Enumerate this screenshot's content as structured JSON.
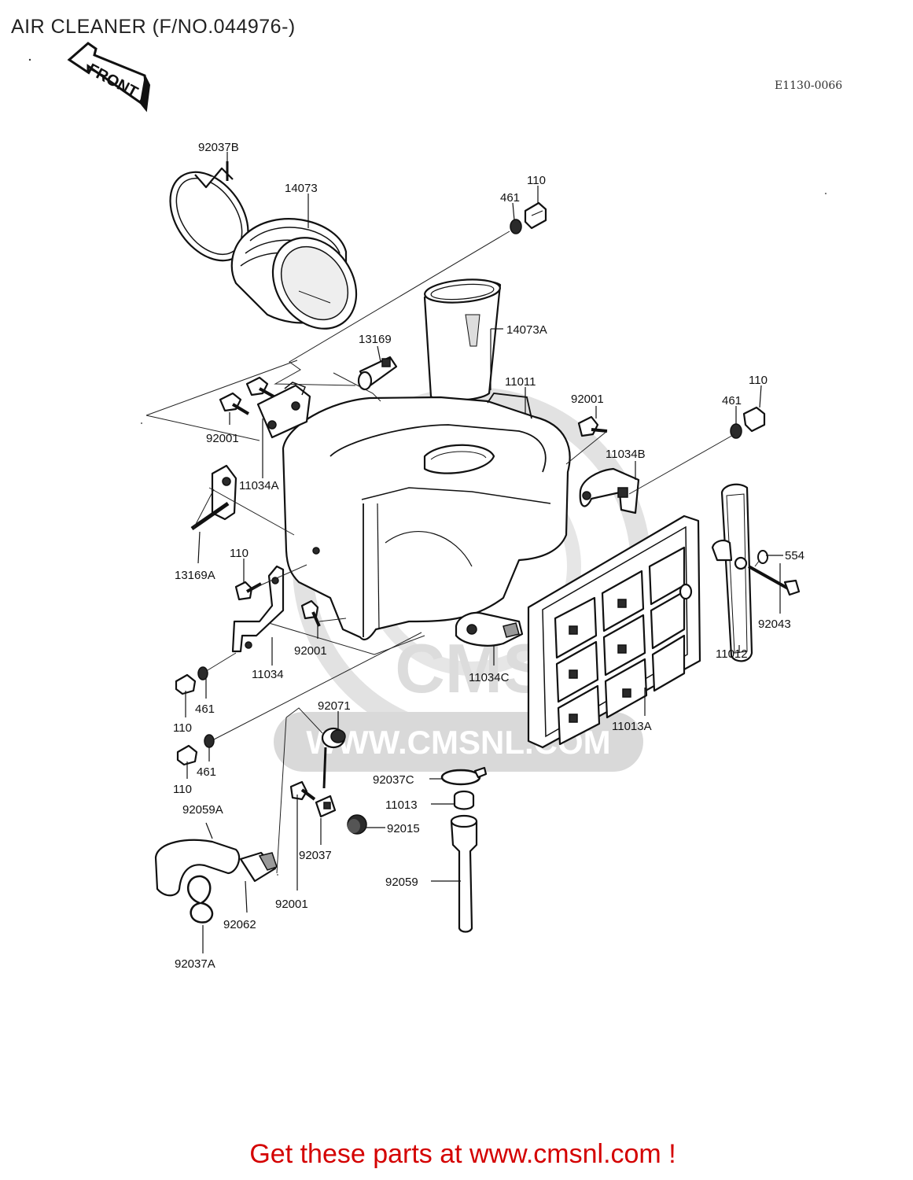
{
  "header": {
    "title": "AIR CLEANER (F/NO.044976-)",
    "diagram_code": "E1130-0066",
    "front_arrow_label": "FRONT"
  },
  "watermark": {
    "text": "WWW.CMSNL.COM",
    "logo_text": "CMS"
  },
  "parts": [
    {
      "key": "p_92037B",
      "label": "92037B"
    },
    {
      "key": "p_14073",
      "label": "14073"
    },
    {
      "key": "p_110_a",
      "label": "110"
    },
    {
      "key": "p_461_a",
      "label": "461"
    },
    {
      "key": "p_14073A",
      "label": "14073A"
    },
    {
      "key": "p_13169",
      "label": "13169"
    },
    {
      "key": "p_11011",
      "label": "11011"
    },
    {
      "key": "p_92001_a",
      "label": "92001"
    },
    {
      "key": "p_110_b",
      "label": "110"
    },
    {
      "key": "p_461_b",
      "label": "461"
    },
    {
      "key": "p_92001_b",
      "label": "92001"
    },
    {
      "key": "p_11034A",
      "label": "11034A"
    },
    {
      "key": "p_11034B",
      "label": "11034B"
    },
    {
      "key": "p_554",
      "label": "554"
    },
    {
      "key": "p_13169A",
      "label": "13169A"
    },
    {
      "key": "p_110_c",
      "label": "110"
    },
    {
      "key": "p_92043",
      "label": "92043"
    },
    {
      "key": "p_92001_c",
      "label": "92001"
    },
    {
      "key": "p_11012",
      "label": "11012"
    },
    {
      "key": "p_11034",
      "label": "11034"
    },
    {
      "key": "p_11034C",
      "label": "11034C"
    },
    {
      "key": "p_461_c",
      "label": "461"
    },
    {
      "key": "p_110_d",
      "label": "110"
    },
    {
      "key": "p_92071",
      "label": "92071"
    },
    {
      "key": "p_11013A",
      "label": "11013A"
    },
    {
      "key": "p_461_d",
      "label": "461"
    },
    {
      "key": "p_110_e",
      "label": "110"
    },
    {
      "key": "p_92037C",
      "label": "92037C"
    },
    {
      "key": "p_92059A",
      "label": "92059A"
    },
    {
      "key": "p_11013",
      "label": "11013"
    },
    {
      "key": "p_92015",
      "label": "92015"
    },
    {
      "key": "p_92037",
      "label": "92037"
    },
    {
      "key": "p_92059",
      "label": "92059"
    },
    {
      "key": "p_92001_d",
      "label": "92001"
    },
    {
      "key": "p_92062",
      "label": "92062"
    },
    {
      "key": "p_92037A",
      "label": "92037A"
    }
  ],
  "footer": {
    "cta_text": "Get these parts at www.cmsnl.com !"
  }
}
